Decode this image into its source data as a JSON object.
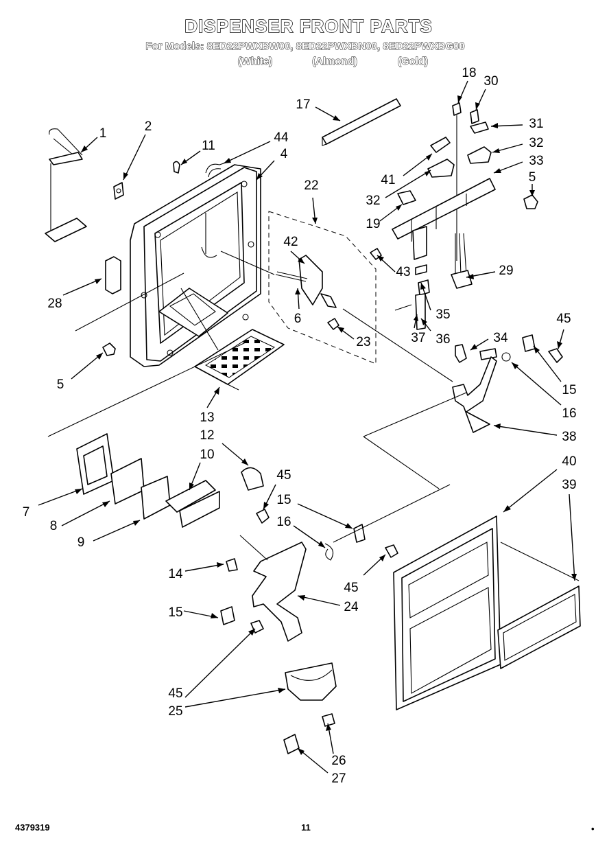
{
  "title": "DISPENSER FRONT PARTS",
  "models_line": "For Models: 8ED22PWXBW00, 8ED22PWXBN00, 8ED22PWXBG00",
  "colors": [
    "(White)",
    "(Almond)",
    "(Gold)"
  ],
  "footer": {
    "doc_number": "4379319",
    "page": "11"
  },
  "callouts": [
    "1",
    "2",
    "11",
    "44",
    "4",
    "17",
    "18",
    "30",
    "31",
    "32",
    "33",
    "41",
    "5",
    "22",
    "32",
    "19",
    "42",
    "43",
    "29",
    "28",
    "6",
    "35",
    "37",
    "36",
    "23",
    "34",
    "45",
    "15",
    "16",
    "5",
    "13",
    "38",
    "12",
    "40",
    "10",
    "39",
    "45",
    "7",
    "15",
    "16",
    "8",
    "9",
    "14",
    "45",
    "24",
    "15",
    "45",
    "25",
    "26",
    "27"
  ],
  "colors_palette": {
    "ink": "#000000",
    "paper": "#ffffff"
  }
}
